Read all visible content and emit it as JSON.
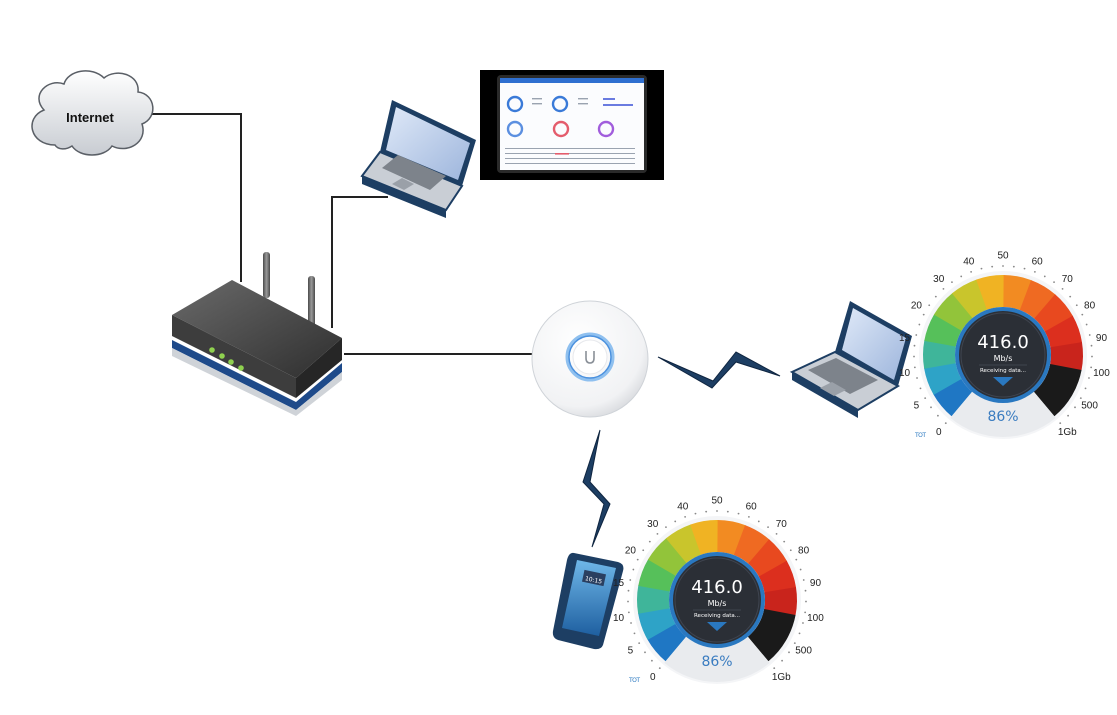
{
  "cloud": {
    "label": "Internet"
  },
  "phone": {
    "time": "10:15"
  },
  "gauges": [
    {
      "id": "laptop-speed",
      "value": "416.0",
      "unit": "Mb/s",
      "status": "Receiving data...",
      "percent": "86%",
      "percent_value": 86,
      "brand": "TOT",
      "scale_labels": [
        "0",
        "5",
        "10",
        "15",
        "20",
        "30",
        "40",
        "50",
        "60",
        "70",
        "80",
        "90",
        "100",
        "500",
        "1Gb"
      ]
    },
    {
      "id": "phone-speed",
      "value": "416.0",
      "unit": "Mb/s",
      "status": "Receiving data...",
      "percent": "86%",
      "percent_value": 86,
      "brand": "TOT",
      "scale_labels": [
        "0",
        "5",
        "10",
        "15",
        "20",
        "30",
        "40",
        "50",
        "60",
        "70",
        "80",
        "90",
        "100",
        "500",
        "1Gb"
      ]
    }
  ],
  "colors": {
    "link": "#222222",
    "wireless": "#1d3e63",
    "accent": "#2a78c0"
  }
}
